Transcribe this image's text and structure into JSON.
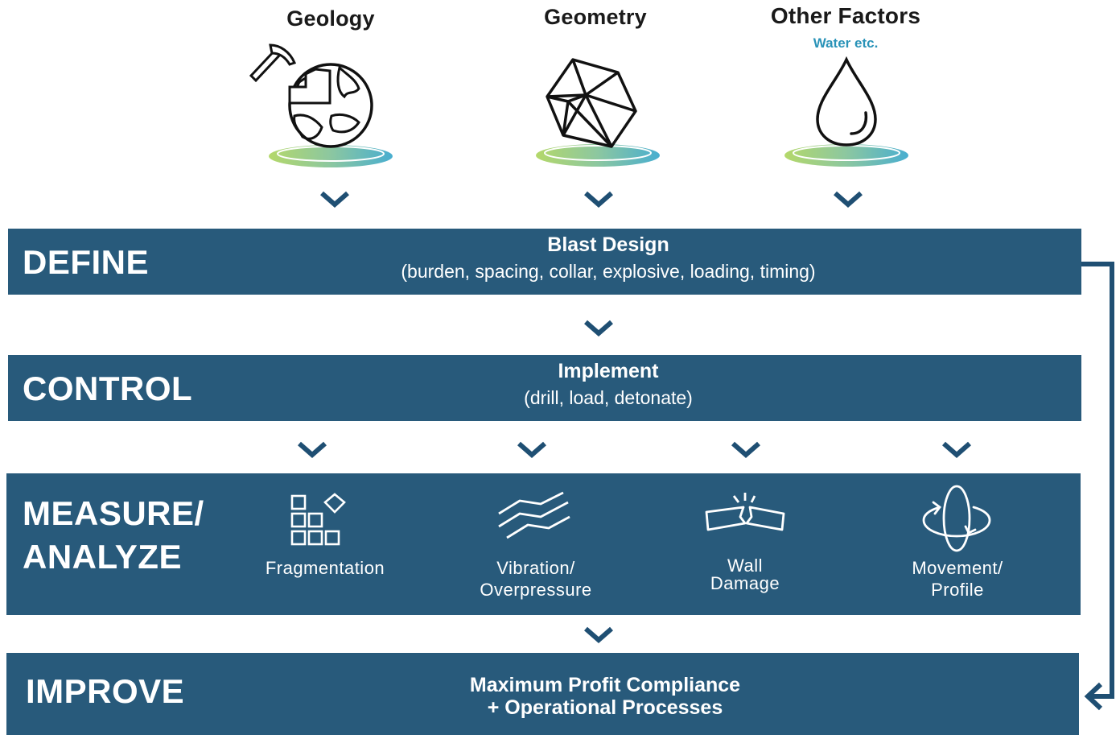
{
  "factors": {
    "geology": {
      "title": "Geology",
      "icon": "earth-pickaxe-icon"
    },
    "geometry": {
      "title": "Geometry",
      "icon": "polyhedron-icon"
    },
    "other": {
      "title": "Other Factors",
      "subtitle": "Water etc.",
      "icon": "water-drop-icon"
    }
  },
  "define": {
    "label": "DEFINE",
    "title": "Blast Design",
    "description": "(burden, spacing, collar, explosive, loading, timing)"
  },
  "control": {
    "label": "CONTROL",
    "title": "Implement",
    "description": "(drill, load, detonate)"
  },
  "measure": {
    "label_line1": "MEASURE/",
    "label_line2": "ANALYZE",
    "items": [
      {
        "line1": "Fragmentation",
        "line2": "",
        "icon": "fragmentation-blocks-icon"
      },
      {
        "line1": "Vibration/",
        "line2": "Overpressure",
        "icon": "vibration-waves-icon"
      },
      {
        "line1": "Wall",
        "line2": "Damage",
        "icon": "broken-wall-icon"
      },
      {
        "line1": "Movement/",
        "line2": "Profile",
        "icon": "rotation-movement-icon"
      }
    ]
  },
  "improve": {
    "label": "IMPROVE",
    "line1": "Maximum Profit Compliance",
    "line2": "+ Operational Processes"
  },
  "colors": {
    "band": "#285a7b",
    "accent_text": "#2a93b8",
    "chevron": "#1f4f73",
    "platform_green": "#a9d46c",
    "platform_blue": "#4fb3cf"
  }
}
